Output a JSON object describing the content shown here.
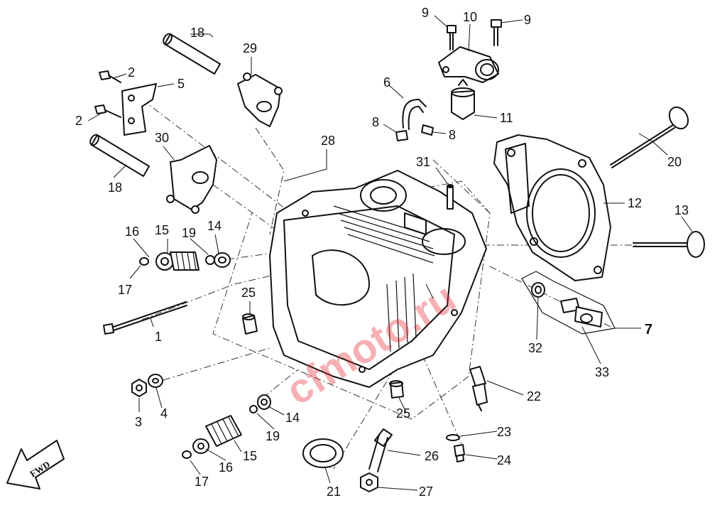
{
  "diagram": {
    "callouts": {
      "c1": "1",
      "c2a": "2",
      "c2b": "2",
      "c3": "3",
      "c4": "4",
      "c5": "5",
      "c6": "6",
      "c7": "7",
      "c8a": "8",
      "c8b": "8",
      "c9a": "9",
      "c9b": "9",
      "c10": "10",
      "c11": "11",
      "c12": "12",
      "c13": "13",
      "c14a": "14",
      "c14b": "14",
      "c15a": "15",
      "c15b": "15",
      "c16a": "16",
      "c16b": "16",
      "c17a": "17",
      "c17b": "17",
      "c18a": "18",
      "c18b": "18",
      "c19a": "19",
      "c19b": "19",
      "c20": "20",
      "c21": "21",
      "c22": "22",
      "c23": "23",
      "c24": "24",
      "c25a": "25",
      "c25b": "25",
      "c26": "26",
      "c27": "27",
      "c28": "28",
      "c29": "29",
      "c30": "30",
      "c31": "31",
      "c32": "32",
      "c33": "33"
    },
    "direction_arrow_label": "FWD",
    "watermark": "cfmoto.ru",
    "colors": {
      "line": "#111111",
      "watermark": "#e8202a",
      "background": "#ffffff"
    }
  }
}
